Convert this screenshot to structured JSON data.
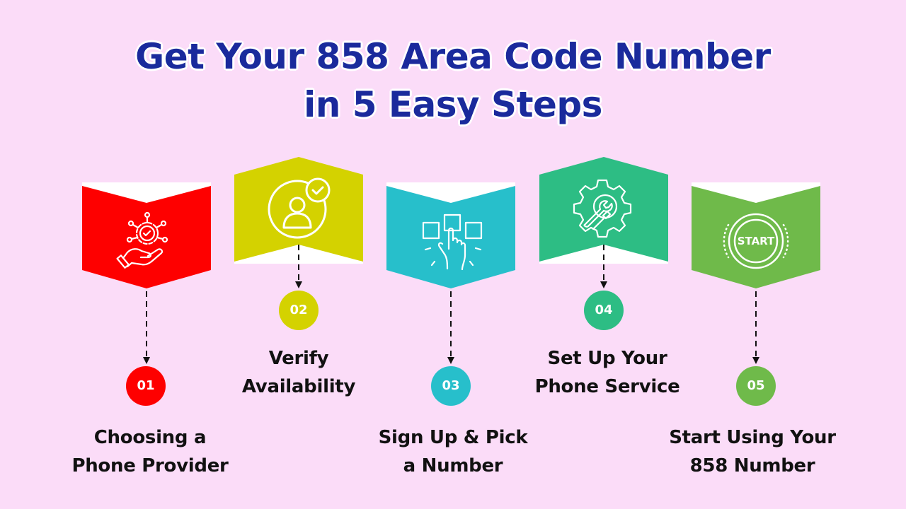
{
  "title": {
    "line1": "Get Your 858 Area Code Number",
    "line2": "in 5 Easy Steps",
    "color": "#1a2a9c"
  },
  "background_color": "#fbdcf8",
  "steps": [
    {
      "number": "01",
      "line1": "Choosing a",
      "line2": "Phone Provider",
      "color": "#fe0000",
      "icon": "hand-gear-check-icon"
    },
    {
      "number": "02",
      "line1": "Verify",
      "line2": "Availability",
      "color": "#d4d200",
      "icon": "user-verified-icon"
    },
    {
      "number": "03",
      "line1": "Sign Up & Pick",
      "line2": "a Number",
      "color": "#27bfcb",
      "icon": "hand-select-box-icon"
    },
    {
      "number": "04",
      "line1": "Set Up Your",
      "line2": "Phone Service",
      "color": "#2dbd84",
      "icon": "gear-tools-icon"
    },
    {
      "number": "05",
      "line1": "Start Using Your",
      "line2": "858 Number",
      "color": "#6fba4a",
      "icon": "start-button-icon",
      "icon_text": "START"
    }
  ]
}
